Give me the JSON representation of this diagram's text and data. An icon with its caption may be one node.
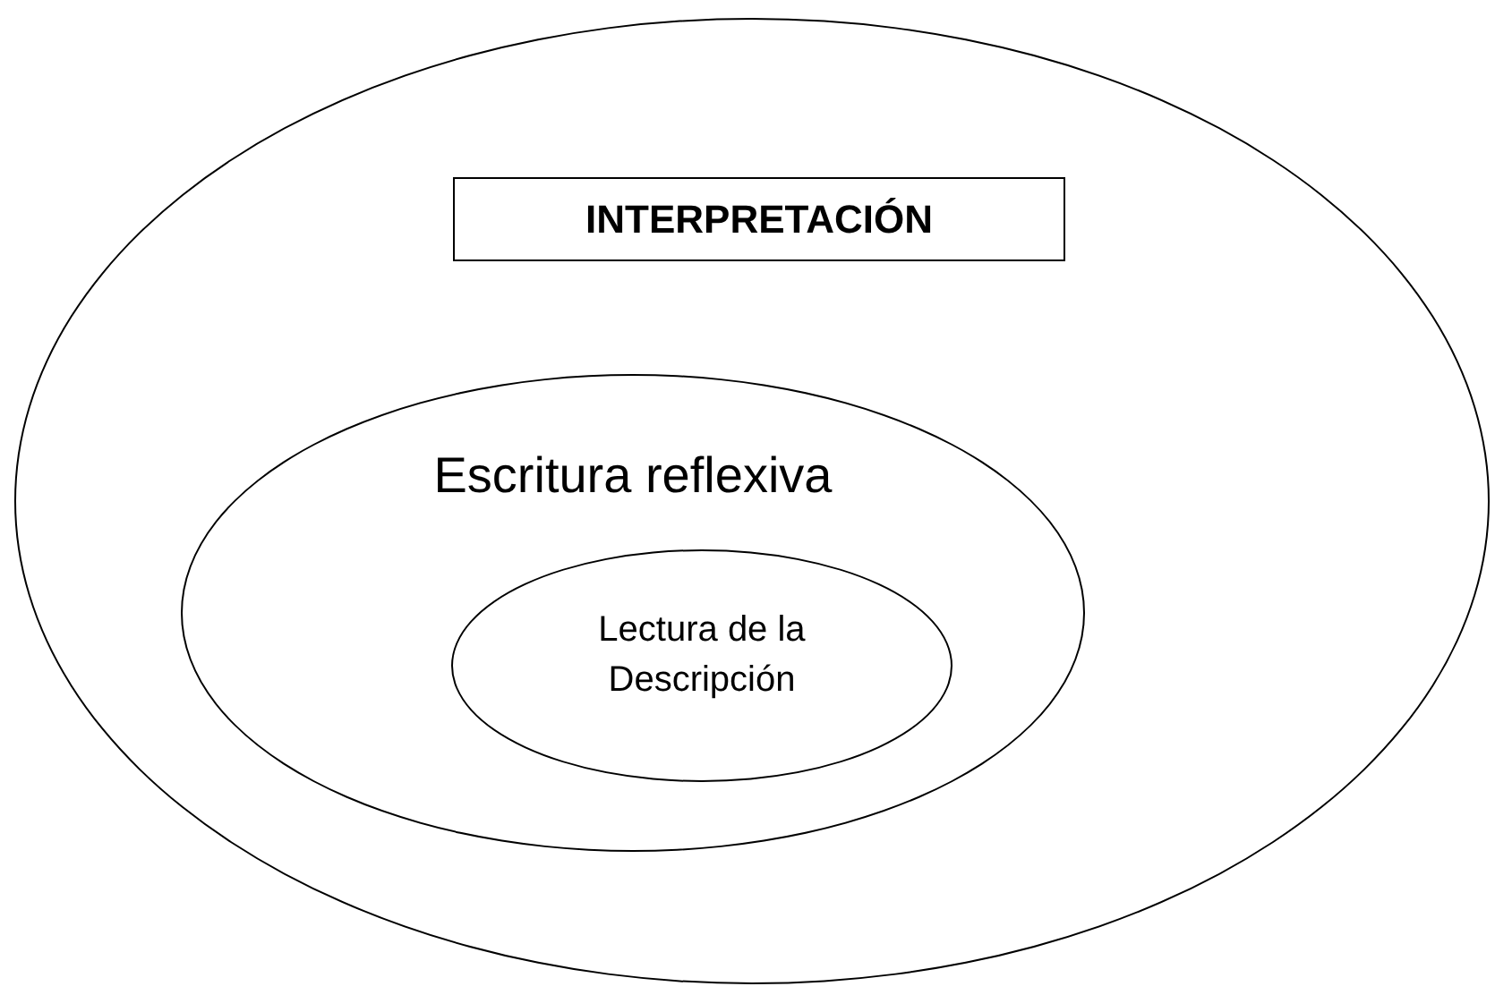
{
  "diagram": {
    "nodes": [
      {
        "text": [],
        "shape": "circle"
      },
      {
        "text": [
          "INTERPRETACIÓN"
        ],
        "in": 0
      },
      {
        "text": [
          "Escritura reflexiva"
        ],
        "in": 0
      },
      {
        "text": [
          "Lectura de la Descripción"
        ],
        "in": 2
      }
    ]
  }
}
